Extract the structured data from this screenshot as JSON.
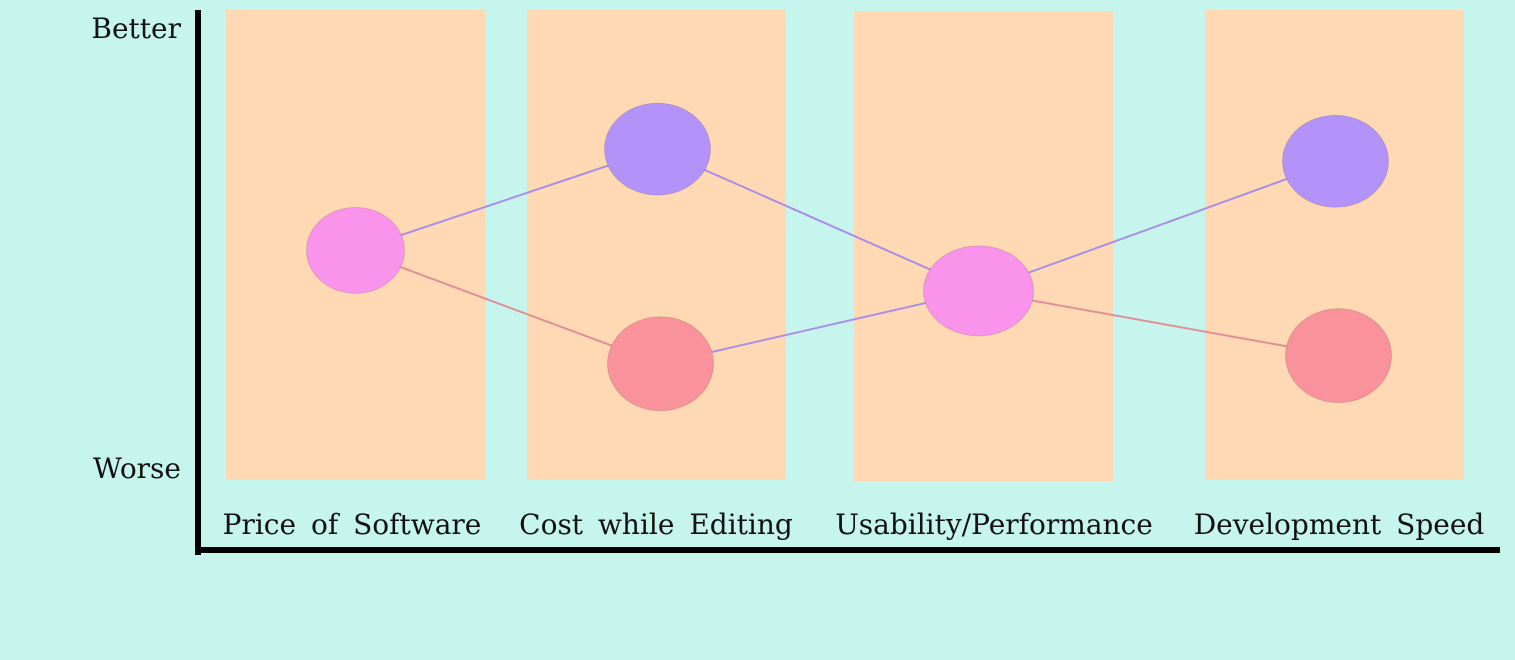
{
  "colors": {
    "background": "#c5f5ec",
    "column": "#ffd9b3",
    "axis": "#000000",
    "pink": "#f993ec",
    "purple": "#b393f9",
    "red": "#f9929b",
    "purple_line": "#a98fe6",
    "red_line": "#e08f96"
  },
  "axis": {
    "top_label": "Better",
    "bottom_label": "Worse"
  },
  "categories": [
    {
      "label": "Price of Software"
    },
    {
      "label": "Cost while Editing"
    },
    {
      "label": "Usability/Performance"
    },
    {
      "label": "Development Speed"
    }
  ],
  "nodes": [
    {
      "id": "price-shared",
      "column": 0,
      "level": 0.53,
      "color": "pink"
    },
    {
      "id": "cost-better",
      "column": 1,
      "level": 0.78,
      "color": "purple"
    },
    {
      "id": "cost-worse",
      "column": 1,
      "level": 0.25,
      "color": "red"
    },
    {
      "id": "usability-shared",
      "column": 2,
      "level": 0.43,
      "color": "pink"
    },
    {
      "id": "speed-better",
      "column": 3,
      "level": 0.75,
      "color": "purple"
    },
    {
      "id": "speed-worse",
      "column": 3,
      "level": 0.27,
      "color": "red"
    }
  ],
  "links": [
    {
      "from": "price-shared",
      "to": "cost-better",
      "color": "purple_line"
    },
    {
      "from": "price-shared",
      "to": "cost-worse",
      "color": "red_line"
    },
    {
      "from": "cost-better",
      "to": "usability-shared",
      "color": "purple_line"
    },
    {
      "from": "cost-worse",
      "to": "usability-shared",
      "color": "purple_line"
    },
    {
      "from": "usability-shared",
      "to": "speed-better",
      "color": "purple_line"
    },
    {
      "from": "usability-shared",
      "to": "speed-worse",
      "color": "red_line"
    }
  ]
}
